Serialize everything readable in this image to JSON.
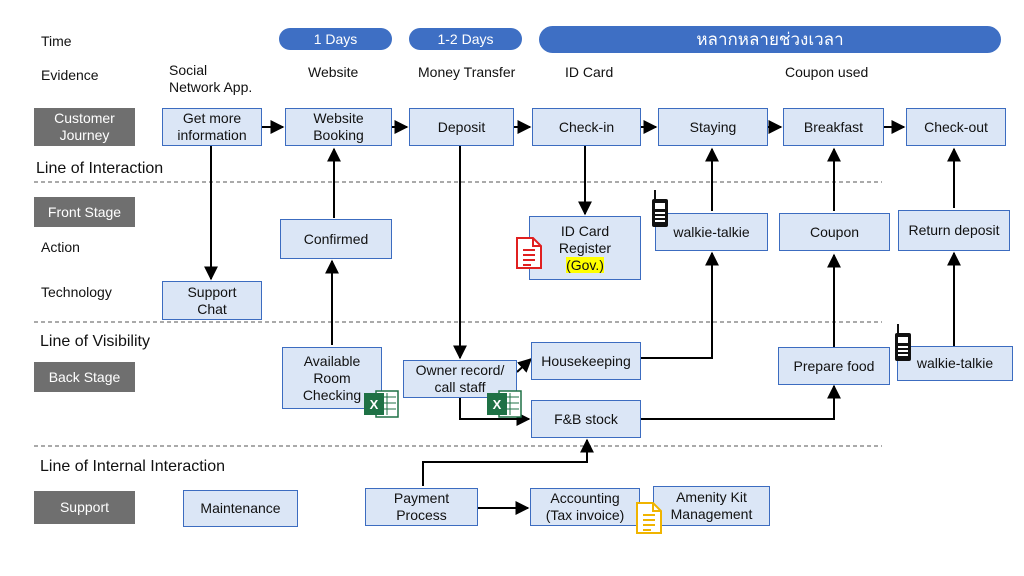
{
  "row_labels": {
    "time": "Time",
    "evidence": "Evidence",
    "action": "Action",
    "technology": "Technology"
  },
  "time_pills": [
    "1 Days",
    "1-2 Days",
    "หลากหลายช่วงเวลา"
  ],
  "evidence": {
    "social": "Social\nNetwork App.",
    "website": "Website",
    "money": "Money Transfer",
    "idcard": "ID Card",
    "coupon": "Coupon used"
  },
  "lanes": {
    "customer_journey": "Customer\nJourney",
    "front_stage": "Front Stage",
    "back_stage": "Back Stage",
    "support": "Support"
  },
  "lines": {
    "interaction": "Line of Interaction",
    "visibility": "Line of Visibility",
    "internal": "Line of Internal Interaction"
  },
  "journey": {
    "get_info": "Get more\ninformation",
    "website_booking": "Website\nBooking",
    "deposit": "Deposit",
    "checkin": "Check-in",
    "staying": "Staying",
    "breakfast": "Breakfast",
    "checkout": "Check-out"
  },
  "front": {
    "confirmed": "Confirmed",
    "idcard_pre": "ID Card\nRegister\n",
    "idcard_gov": "(Gov.)",
    "walkie": "walkie-talkie",
    "coupon": "Coupon",
    "return_deposit": "Return deposit",
    "support_chat": "Support\nChat"
  },
  "back": {
    "available": "Available\nRoom\nChecking",
    "owner": "Owner record/\ncall staff",
    "housekeeping": "Housekeeping",
    "fnb": "F&B stock",
    "prepare_food": "Prepare food",
    "walkie": "walkie-talkie"
  },
  "support": {
    "maintenance": "Maintenance",
    "payment": "Payment\nProcess",
    "accounting": "Accounting\n(Tax invoice)",
    "amenity": "Amenity Kit\nManagement"
  },
  "icons": [
    "walkie-talkie-icon",
    "excel-icon",
    "pdf-icon",
    "document-icon"
  ],
  "colors": {
    "pill": "#3e6fc4",
    "lane": "#6f6f6f",
    "box_fill": "#dbe6f6",
    "box_border": "#3c6cc0",
    "highlight": "#ffff00"
  }
}
